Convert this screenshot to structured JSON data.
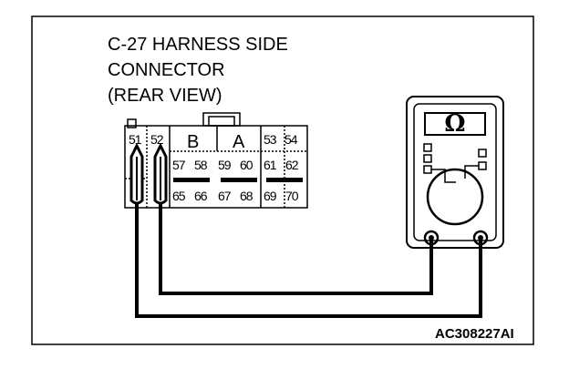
{
  "diagram": {
    "title_lines": [
      "C-27 HARNESS SIDE",
      "CONNECTOR",
      "(REAR VIEW)"
    ],
    "figure_code": "AC308227AI",
    "connector": {
      "top_row": [
        "51",
        "52",
        "53",
        "54"
      ],
      "section_letters": [
        "B",
        "A"
      ],
      "middle_row": [
        "57",
        "58",
        "59",
        "60",
        "61",
        "62"
      ],
      "bottom_row": [
        "65",
        "66",
        "67",
        "68",
        "69",
        "70"
      ]
    },
    "meter": {
      "symbol": "Ω"
    }
  }
}
